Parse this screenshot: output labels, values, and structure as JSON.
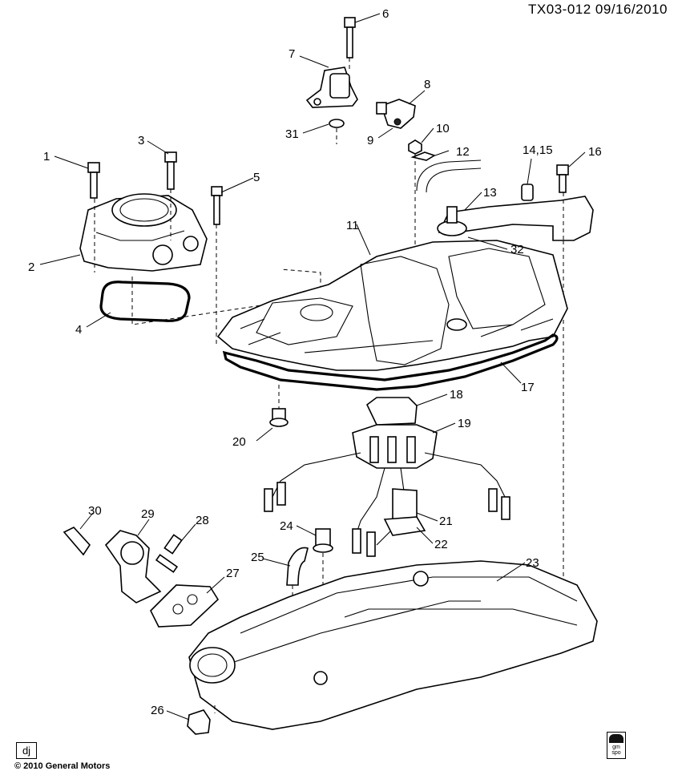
{
  "header": {
    "diagram_id": "TX03-012 09/16/2010"
  },
  "footer": {
    "view_code": "dj",
    "copyright": "© 2010 General Motors",
    "logo_text": "gm spo"
  },
  "callouts": {
    "c1": "1",
    "c2": "2",
    "c3": "3",
    "c4": "4",
    "c5": "5",
    "c6": "6",
    "c7": "7",
    "c8": "8",
    "c9": "9",
    "c10": "10",
    "c11": "11",
    "c12": "12",
    "c13": "13",
    "c14_15": "14,15",
    "c16": "16",
    "c17": "17",
    "c18": "18",
    "c19": "19",
    "c20": "20",
    "c21": "21",
    "c22": "22",
    "c23": "23",
    "c24": "24",
    "c25": "25",
    "c26": "26",
    "c27": "27",
    "c28": "28",
    "c29": "29",
    "c30": "30",
    "c31": "31",
    "c32": "32"
  }
}
